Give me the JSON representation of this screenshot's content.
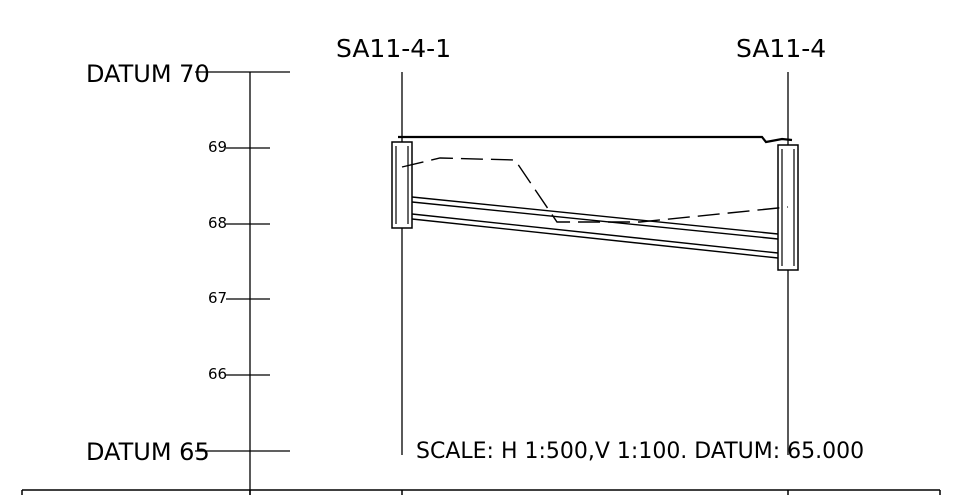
{
  "datum_top_label": "DATUM 70",
  "datum_bottom_label": "DATUM 65",
  "tick_labels": [
    "69",
    "68",
    "67",
    "66"
  ],
  "stations": [
    {
      "name": "SA11-4-1"
    },
    {
      "name": "SA11-4"
    }
  ],
  "scale_note": "SCALE: H 1:500,V 1:100. DATUM: 65.000"
}
